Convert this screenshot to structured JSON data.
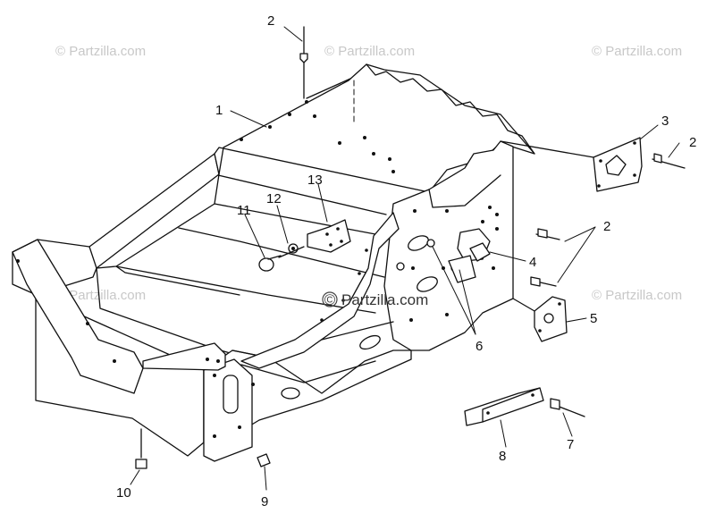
{
  "watermark": {
    "text": "© Partzilla.com",
    "center_text": "Partzilla.com",
    "center_symbol": "©"
  },
  "callouts": [
    {
      "id": "c2_top",
      "label": "2"
    },
    {
      "id": "c1",
      "label": "1"
    },
    {
      "id": "c3",
      "label": "3"
    },
    {
      "id": "c2_right_top",
      "label": "2"
    },
    {
      "id": "c2_right_mid",
      "label": "2"
    },
    {
      "id": "c13",
      "label": "13"
    },
    {
      "id": "c12",
      "label": "12"
    },
    {
      "id": "c11",
      "label": "11"
    },
    {
      "id": "c4",
      "label": "4"
    },
    {
      "id": "c5",
      "label": "5"
    },
    {
      "id": "c6",
      "label": "6"
    },
    {
      "id": "c7",
      "label": "7"
    },
    {
      "id": "c8",
      "label": "8"
    },
    {
      "id": "c9",
      "label": "9"
    },
    {
      "id": "c10",
      "label": "10"
    }
  ]
}
